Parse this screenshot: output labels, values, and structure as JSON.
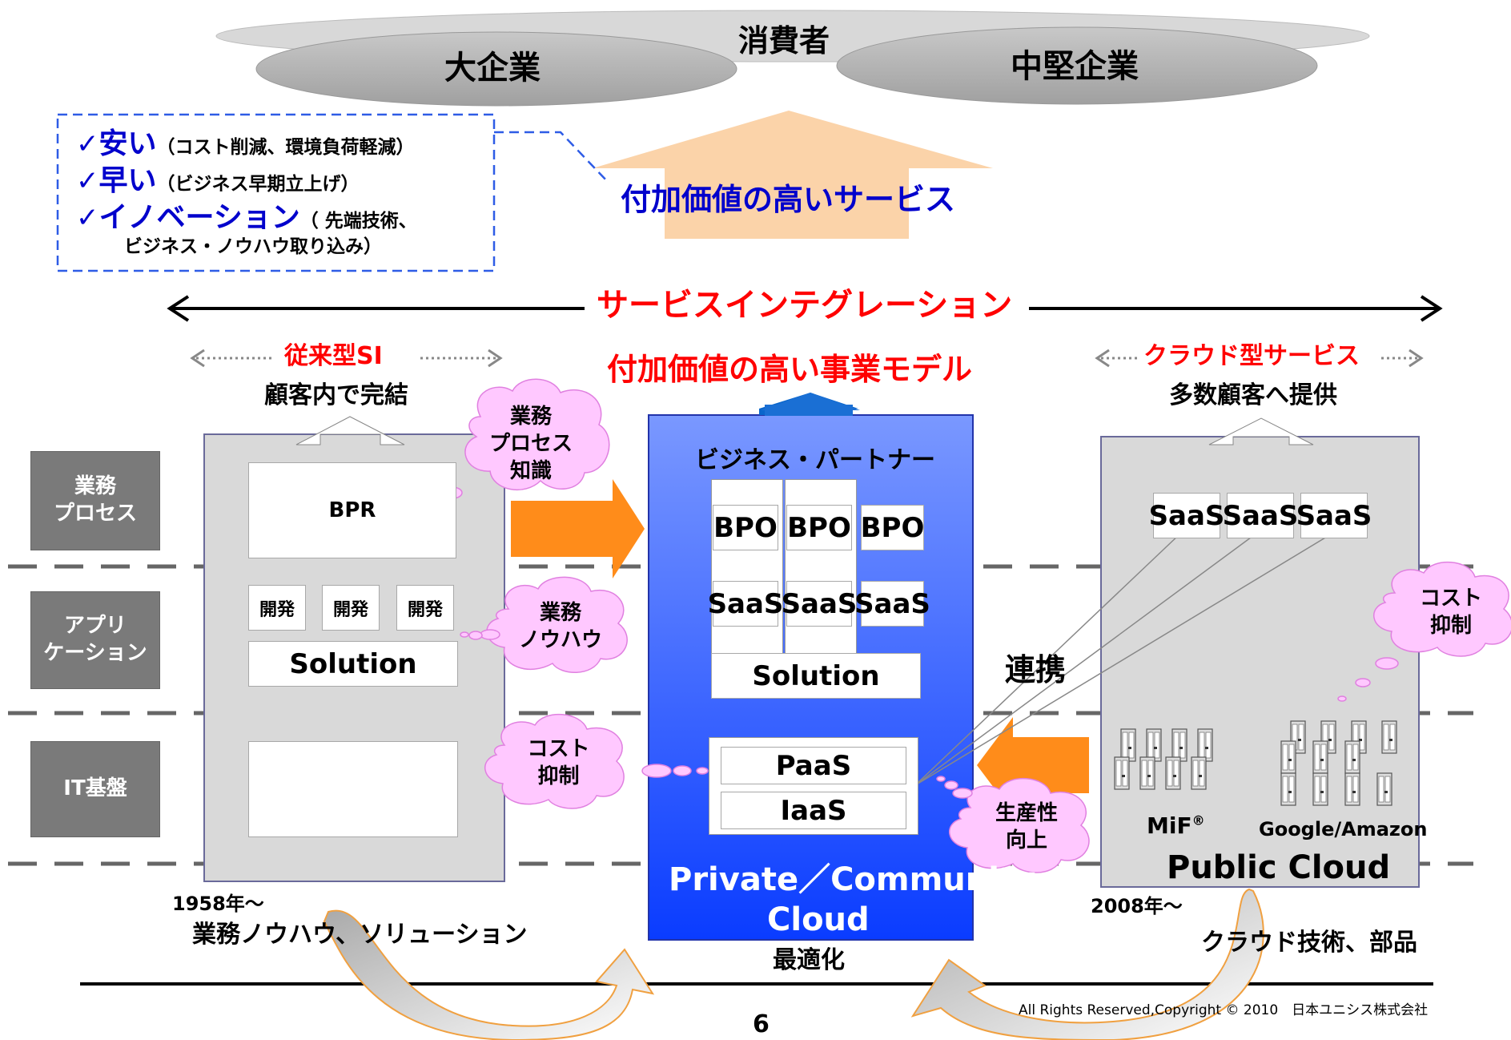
{
  "top": {
    "consumer": "消費者",
    "large_enterprise": "大企業",
    "mid_enterprise": "中堅企業",
    "value_service": "付加価値の高いサービス"
  },
  "benefits": [
    {
      "check": "✓",
      "keyword": "安い",
      "detail": "（コスト削減、環境負荷軽減）"
    },
    {
      "check": "✓",
      "keyword": "早い",
      "detail": "（ビジネス早期立上げ）"
    },
    {
      "check": "✓",
      "keyword": "イノベーション",
      "detail": "（ 先端技術、"
    },
    {
      "check": "",
      "keyword": "",
      "detail": "ビジネス・ノウハウ取り込み）"
    }
  ],
  "service_integration": "サービスインテグレーション",
  "left": {
    "header": "従来型SI",
    "sub": "顧客内で完結",
    "bpr": "BPR",
    "dev": [
      "開発",
      "開発",
      "開発"
    ],
    "solution": "Solution",
    "year": "1958年～",
    "bottom": "業務ノウハウ、ソリューション"
  },
  "center": {
    "header": "付加価値の高い事業モデル",
    "partner": "ビジネス・パートナー",
    "bpo": [
      "BPO",
      "BPO",
      "BPO"
    ],
    "saas": [
      "SaaS",
      "SaaS",
      "SaaS"
    ],
    "solution": "Solution",
    "paas": "PaaS",
    "iaas": "IaaS",
    "title_line1": "Private／Community",
    "title_line2": "Cloud",
    "bottom": "最適化"
  },
  "right": {
    "header": "クラウド型サービス",
    "sub": "多数顧客へ提供",
    "saas": [
      "SaaS",
      "SaaS",
      "SaaS"
    ],
    "renkei": "連携",
    "mif": "MiF",
    "mif_sup": "®",
    "google": "Google/Amazon",
    "public_cloud": "Public Cloud",
    "year": "2008年～",
    "bottom": "クラウド技術、部品"
  },
  "layers": [
    "業務\nプロセス",
    "アプリ\nケーション",
    "IT基盤"
  ],
  "bubbles": {
    "gyomu_process": "業務\nプロセス\n知識",
    "gyomu_knowhow": "業務\nノウハウ",
    "cost_left": "コスト\n抑制",
    "cost_right": "コスト\n抑制",
    "productivity": "生産性\n向上"
  },
  "footer": {
    "copyright": "All Rights Reserved,Copyright © 2010　日本ユニシス株式会社",
    "page": "6"
  },
  "colors": {
    "red": "#ff0000",
    "blue_text": "#0000cc",
    "blue_box_top": "#6a8cff",
    "blue_box_bottom": "#1040ff",
    "orange": "#ff8c1a",
    "peach": "#fbd3a9",
    "pink": "#ffc8ff"
  }
}
